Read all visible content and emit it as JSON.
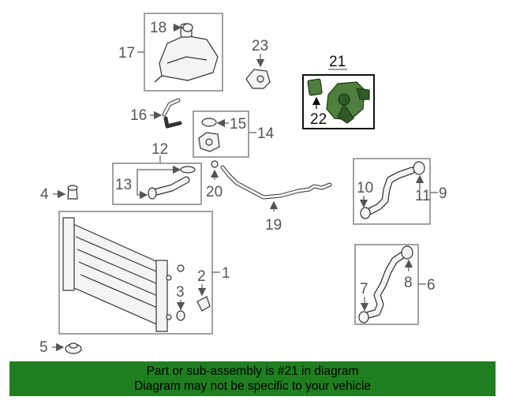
{
  "callouts": {
    "c1": "1",
    "c2": "2",
    "c3": "3",
    "c4": "4",
    "c5": "5",
    "c6": "6",
    "c7": "7",
    "c8": "8",
    "c9": "9",
    "c10": "10",
    "c11": "11",
    "c12": "12",
    "c13": "13",
    "c14": "14",
    "c15": "15",
    "c16": "16",
    "c17": "17",
    "c18": "18",
    "c19": "19",
    "c20": "20",
    "c21": "21",
    "c22": "22",
    "c23": "23"
  },
  "highlight": {
    "part": "21",
    "color": "#4f7f3f"
  },
  "banner": {
    "line1": "Part or sub-assembly is #21 in diagram",
    "line2": "Diagram may not be specific to your vehicle",
    "background": "#1f7f1f"
  }
}
